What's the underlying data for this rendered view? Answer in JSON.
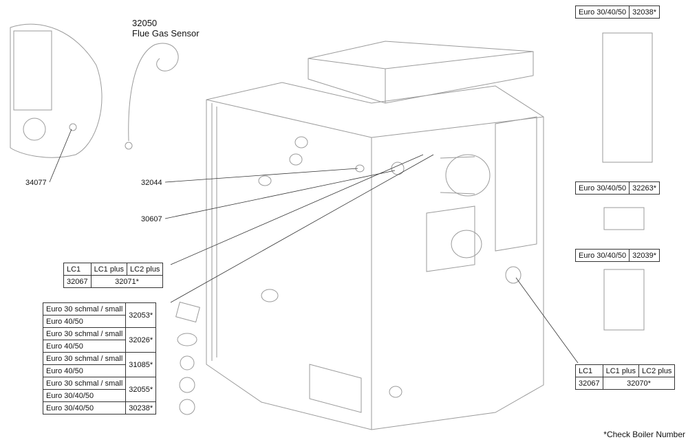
{
  "callouts": {
    "p34077": "34077",
    "p32044": "32044",
    "p30607": "30607"
  },
  "sensor": {
    "code": "32050",
    "name": "Flue Gas Sensor"
  },
  "lc_table_left": {
    "headers": [
      "LC1",
      "LC1 plus",
      "LC2 plus"
    ],
    "row": {
      "lc1": "32067",
      "plus": "32071*"
    }
  },
  "lc_table_right": {
    "headers": [
      "LC1",
      "LC1 plus",
      "LC2 plus"
    ],
    "row": {
      "lc1": "32067",
      "plus": "32070*"
    }
  },
  "gasket_table": [
    {
      "a": "Euro 30 schmal / small",
      "b": "Euro 40/50",
      "part": "32053*"
    },
    {
      "a": "Euro 30 schmal / small",
      "b": "Euro 40/50",
      "part": "32026*"
    },
    {
      "a": "Euro 30 schmal / small",
      "b": "Euro 40/50",
      "part": "31085*"
    },
    {
      "a": "Euro 30 schmal / small",
      "b": "Euro 30/40/50",
      "part": "32055*"
    }
  ],
  "gasket_last": {
    "a": "Euro 30/40/50",
    "part": "30238*"
  },
  "boards": [
    {
      "model": "Euro 30/40/50",
      "part": "32038*"
    },
    {
      "model": "Euro 30/40/50",
      "part": "32263*"
    },
    {
      "model": "Euro 30/40/50",
      "part": "32039*"
    }
  ],
  "footnote": "*Check Boiler Number"
}
